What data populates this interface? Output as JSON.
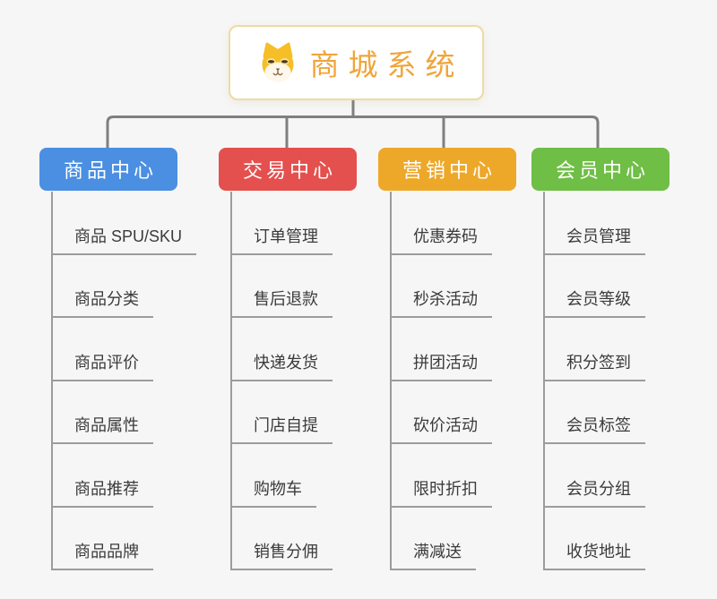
{
  "colors": {
    "page_bg": "#f6f6f6",
    "connector_line": "#7f7f7f",
    "leaf_line": "#9c9c9c",
    "leaf_text": "#3b3b3b",
    "root_title": "#f0a53a",
    "root_border": "#eedaa4",
    "branch_text": "#ffffff"
  },
  "root": {
    "title": "商城系统",
    "icon": "dog-face-icon"
  },
  "branches": [
    {
      "label": "商品中心",
      "color": "#4a8fe2",
      "items": [
        "商品 SPU/SKU",
        "商品分类",
        "商品评价",
        "商品属性",
        "商品推荐",
        "商品品牌"
      ]
    },
    {
      "label": "交易中心",
      "color": "#e4504e",
      "items": [
        "订单管理",
        "售后退款",
        "快递发货",
        "门店自提",
        "购物车",
        "销售分佣"
      ]
    },
    {
      "label": "营销中心",
      "color": "#eda82a",
      "items": [
        "优惠券码",
        "秒杀活动",
        "拼团活动",
        "砍价活动",
        "限时折扣",
        "满减送"
      ]
    },
    {
      "label": "会员中心",
      "color": "#6fbe45",
      "items": [
        "会员管理",
        "会员等级",
        "积分签到",
        "会员标签",
        "会员分组",
        "收货地址"
      ]
    }
  ]
}
